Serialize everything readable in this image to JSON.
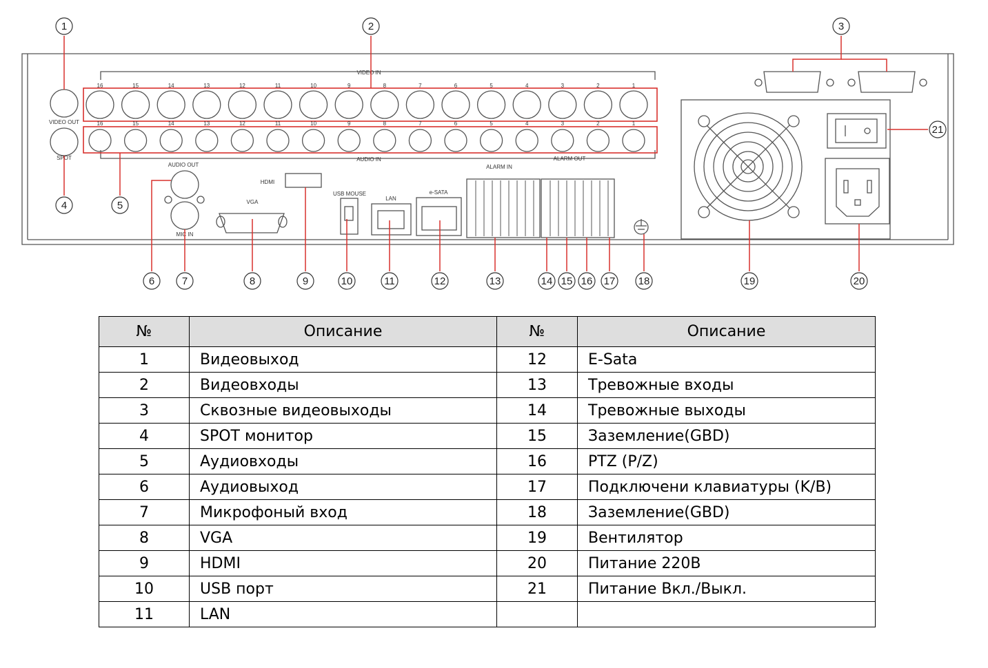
{
  "panel_labels": {
    "video_in": "VIDEO IN",
    "audio_in": "AUDIO IN",
    "video_out": "VIDEO OUT",
    "spot": "SPOT",
    "audio_out": "AUDIO OUT",
    "mic_in": "MIC IN",
    "hdmi": "HDMI",
    "vga": "VGA",
    "usb_mouse": "USB MOUSE",
    "lan": "LAN",
    "esata": "e-SATA",
    "alarm_in": "ALARM IN",
    "alarm_out": "ALARM OUT"
  },
  "channel_numbers": [
    "16",
    "15",
    "14",
    "13",
    "12",
    "11",
    "10",
    "9",
    "8",
    "7",
    "6",
    "5",
    "4",
    "3",
    "2",
    "1"
  ],
  "callouts": [
    "1",
    "2",
    "3",
    "4",
    "5",
    "6",
    "7",
    "8",
    "9",
    "10",
    "11",
    "12",
    "13",
    "14",
    "15",
    "16",
    "17",
    "18",
    "19",
    "20",
    "21"
  ],
  "colors": {
    "highlight": "#d9302c",
    "line": "#555555",
    "header_bg": "#dedede"
  },
  "table": {
    "headers": [
      "№",
      "Описание",
      "№",
      "Описание"
    ],
    "rows": [
      [
        "1",
        "Видеовыход",
        "12",
        "E-Sata"
      ],
      [
        "2",
        "Видеовходы",
        "13",
        "Тревожные входы"
      ],
      [
        "3",
        "Сквозные видеовыходы",
        "14",
        "Тревожные выходы"
      ],
      [
        "4",
        "SPOT монитор",
        "15",
        "Заземление(GBD)"
      ],
      [
        "5",
        "Аудиовходы",
        "16",
        "PTZ (P/Z)"
      ],
      [
        "6",
        "Аудиовыход",
        "17",
        "Подключени клавиатуры (K/B)"
      ],
      [
        "7",
        "Микрофоный вход",
        "18",
        "Заземление(GBD)"
      ],
      [
        "8",
        "VGA",
        "19",
        "Вентилятор"
      ],
      [
        "9",
        "HDMI",
        "20",
        "Питание 220В"
      ],
      [
        "10",
        "USB порт",
        "21",
        "Питание Вкл./Выкл."
      ],
      [
        "11",
        "LAN",
        "",
        ""
      ]
    ]
  }
}
